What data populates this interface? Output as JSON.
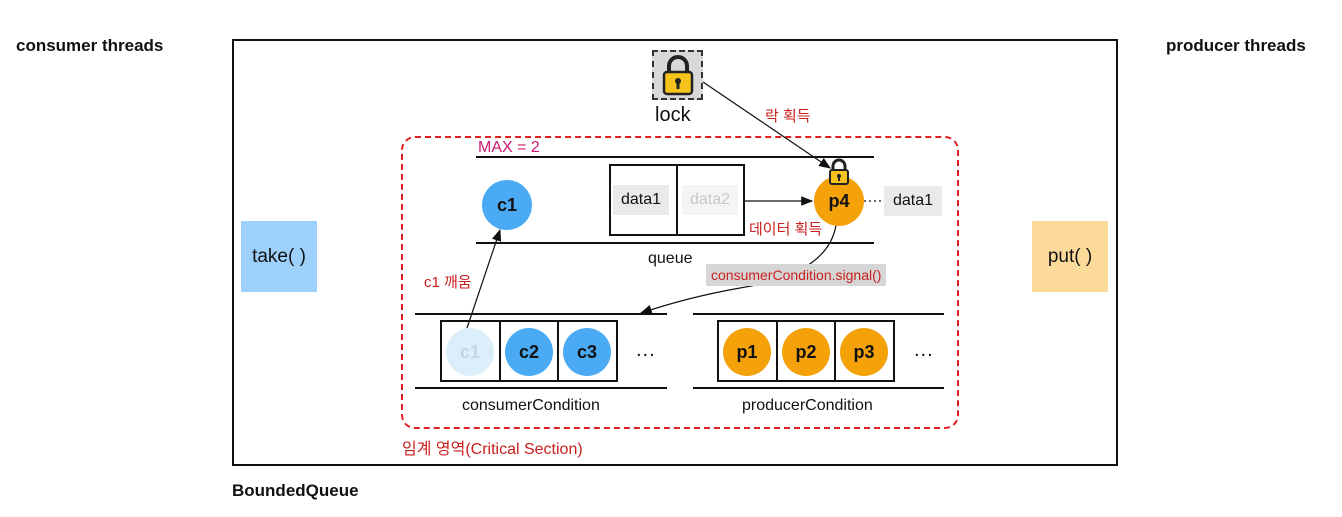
{
  "headers": {
    "consumer_threads": "consumer threads",
    "producer_threads": "producer threads",
    "bounded_queue": "BoundedQueue"
  },
  "methods": {
    "take": "take( )",
    "put": "put( )"
  },
  "lock": {
    "label": "lock",
    "acquire_label": "락 획득"
  },
  "critical_section": {
    "label": "임계 영역(Critical Section)",
    "max_label": "MAX = 2"
  },
  "queue": {
    "label": "queue",
    "items": [
      "data1",
      "data2"
    ],
    "fetch_label": "데이터 획득",
    "fetched_data": "data1"
  },
  "signal": {
    "label": "consumerCondition.signal()",
    "wake_label": "c1 깨움"
  },
  "consumer_condition": {
    "label": "consumerCondition",
    "threads": [
      "c1",
      "c2",
      "c3"
    ],
    "ellipsis": "..."
  },
  "producer_condition": {
    "label": "producerCondition",
    "threads": [
      "p1",
      "p2",
      "p3"
    ],
    "ellipsis": "..."
  },
  "active_consumer": "c1",
  "active_producer": "p4",
  "colors": {
    "consumer": "#4aabf4",
    "consumer_faded": "#ddeefb",
    "producer": "#f5a20a",
    "take_bg": "#9dd1fb",
    "put_bg": "#fcdb9a",
    "critical": "#e02020"
  }
}
